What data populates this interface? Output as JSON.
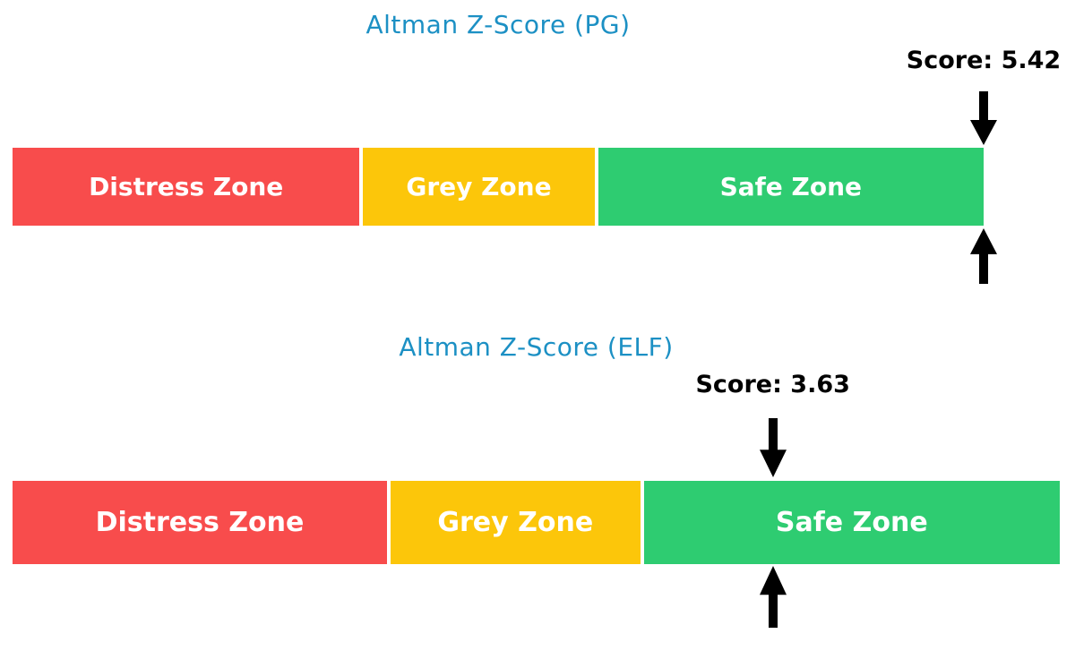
{
  "colors": {
    "background": "#FFFFFF",
    "title": "#1C90C4",
    "score_text": "#000000",
    "marker_arrow": "#000000",
    "zone_label": "#FFFFFF",
    "distress_zone": "#F84C4C",
    "grey_zone": "#FCC60A",
    "safe_zone": "#2ECC71"
  },
  "chart_data": [
    {
      "type": "bar",
      "subtype": "horizontal-stacked-gauge",
      "title": "Altman Z-Score (PG)",
      "title_color": "#1C90C4",
      "score": 5.42,
      "score_label": "Score: 5.42",
      "axis_range": [
        0,
        5
      ],
      "marker_value": 5.0,
      "grid": false,
      "legend": "none",
      "zones": [
        {
          "label": "Distress Zone",
          "from": 0,
          "to": 1.8,
          "color": "#F84C4C"
        },
        {
          "label": "Grey Zone",
          "from": 1.8,
          "to": 3.0,
          "color": "#FCC60A"
        },
        {
          "label": "Safe Zone",
          "from": 3.0,
          "to": 5.0,
          "color": "#2ECC71"
        }
      ]
    },
    {
      "type": "bar",
      "subtype": "horizontal-stacked-gauge",
      "title": "Altman Z-Score (ELF)",
      "title_color": "#1C90C4",
      "score": 3.63,
      "score_label": "Score: 3.63",
      "axis_range": [
        0,
        5
      ],
      "marker_value": 3.63,
      "grid": false,
      "legend": "none",
      "zones": [
        {
          "label": "Distress Zone",
          "from": 0,
          "to": 1.8,
          "color": "#F84C4C"
        },
        {
          "label": "Grey Zone",
          "from": 1.8,
          "to": 3.0,
          "color": "#FCC60A"
        },
        {
          "label": "Safe Zone",
          "from": 3.0,
          "to": 5.0,
          "color": "#2ECC71"
        }
      ]
    }
  ]
}
